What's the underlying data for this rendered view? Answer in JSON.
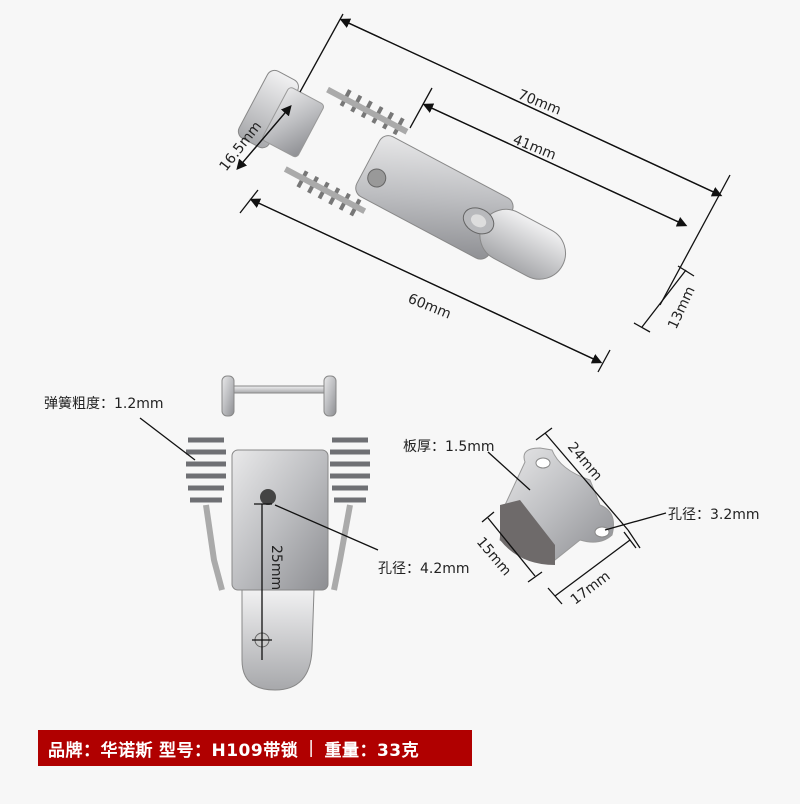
{
  "top_product": {
    "dimensions": {
      "overall_length": "70mm",
      "latch_length": "41mm",
      "base_length": "60mm",
      "base_width": "16.5mm",
      "hook_width": "13mm"
    }
  },
  "front_view": {
    "spring_thickness_label": "弹簧粗度：1.2mm",
    "hole_spacing": "25mm",
    "hole_diameter_label": "孔径：4.2mm"
  },
  "catch_plate": {
    "plate_thickness_label": "板厚：1.5mm",
    "hole_diameter_label": "孔径：3.2mm",
    "length": "24mm",
    "height": "15mm",
    "width": "17mm"
  },
  "banner": {
    "brand": "品牌：华诺斯",
    "model": "型号：H109带锁",
    "separator": "|",
    "weight": "重量：33克",
    "background_color": "#b00000"
  }
}
